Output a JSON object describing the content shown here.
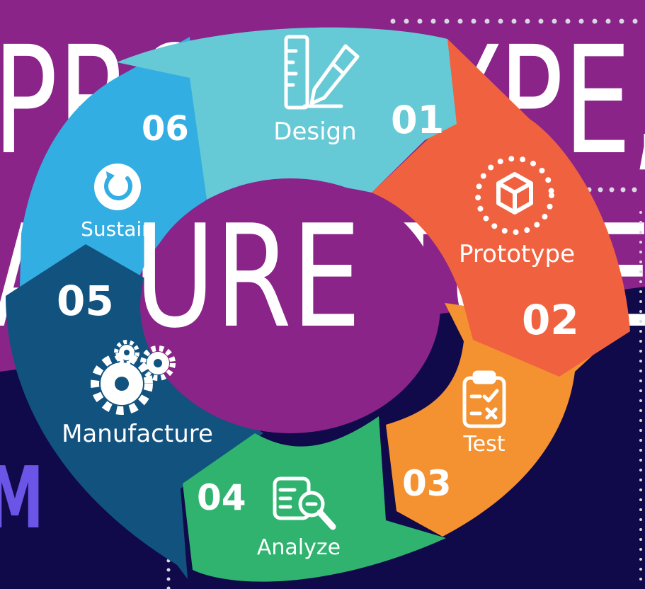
{
  "background": {
    "top_text": "PROTOTYPE,",
    "middle_text": "MANUFACTURE",
    "bottom_partial_text": "M",
    "colors": {
      "purple": "#8a2488",
      "navy": "#10094a",
      "violet_text": "#6a55e6"
    }
  },
  "cycle": {
    "center_color": "#8a2488",
    "steps": [
      {
        "number": "01",
        "label": "Design",
        "icon": "ruler-pencil-icon",
        "color": "#66c9d6"
      },
      {
        "number": "02",
        "label": "Prototype",
        "icon": "cube-icon",
        "color": "#f0623f"
      },
      {
        "number": "03",
        "label": "Test",
        "icon": "clipboard-icon",
        "color": "#f49231"
      },
      {
        "number": "04",
        "label": "Analyze",
        "icon": "magnifier-doc-icon",
        "color": "#2fb36f"
      },
      {
        "number": "05",
        "label": "Manufacture",
        "icon": "gears-icon",
        "color": "#11527f"
      },
      {
        "number": "06",
        "label": "Sustain",
        "icon": "refresh-icon",
        "color": "#33aee2"
      }
    ]
  }
}
